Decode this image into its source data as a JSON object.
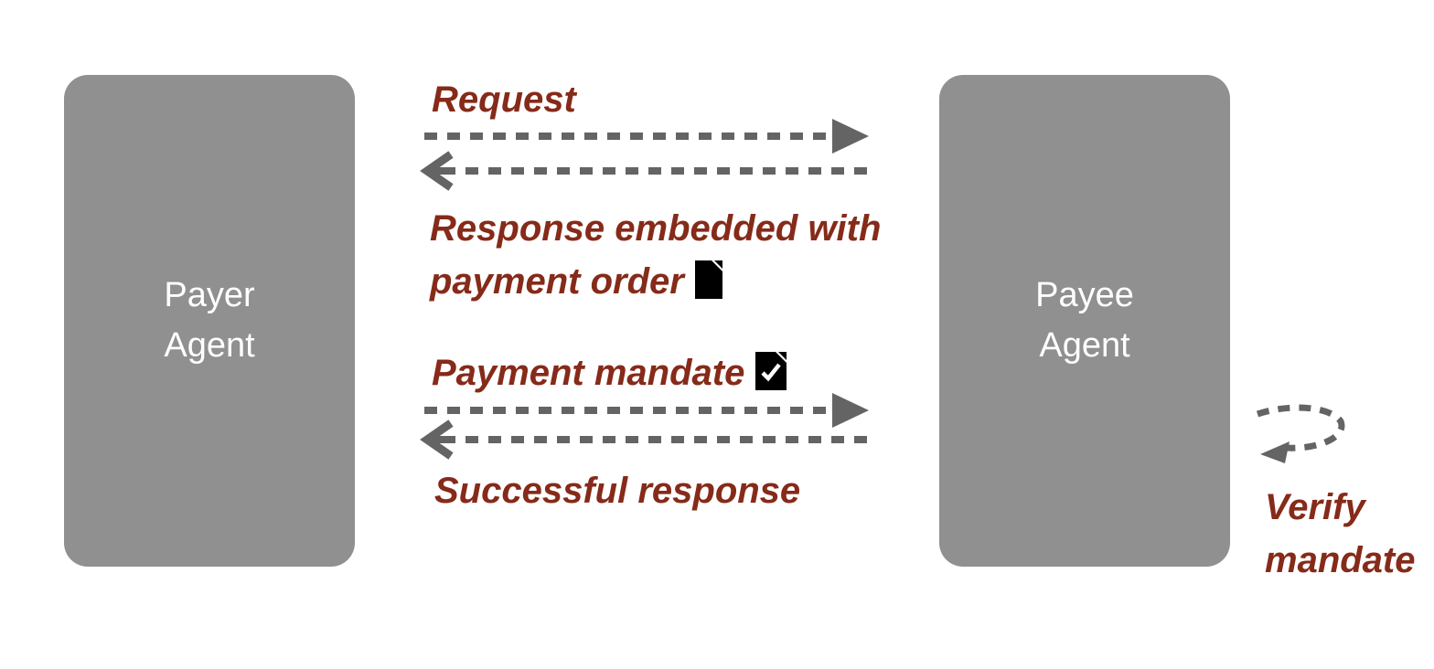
{
  "diagram": {
    "payer_box": {
      "line1": "Payer",
      "line2": "Agent"
    },
    "payee_box": {
      "line1": "Payee",
      "line2": "Agent"
    },
    "labels": {
      "request": "Request",
      "response_line1": "Response embedded with",
      "response_line2": "payment order",
      "payment_mandate": "Payment mandate",
      "successful_response": "Successful response",
      "verify_line1": "Verify",
      "verify_line2": "mandate"
    },
    "icons": {
      "payment_order": "document-icon",
      "payment_mandate": "document-check-icon",
      "flows": "dashed-arrow-icons"
    },
    "colors": {
      "agent_box": "#909090",
      "agent_text": "#FFFFFF",
      "arrow": "#646464",
      "label_text": "#862A19",
      "icon": "#000000",
      "background": "#FFFFFF"
    }
  }
}
